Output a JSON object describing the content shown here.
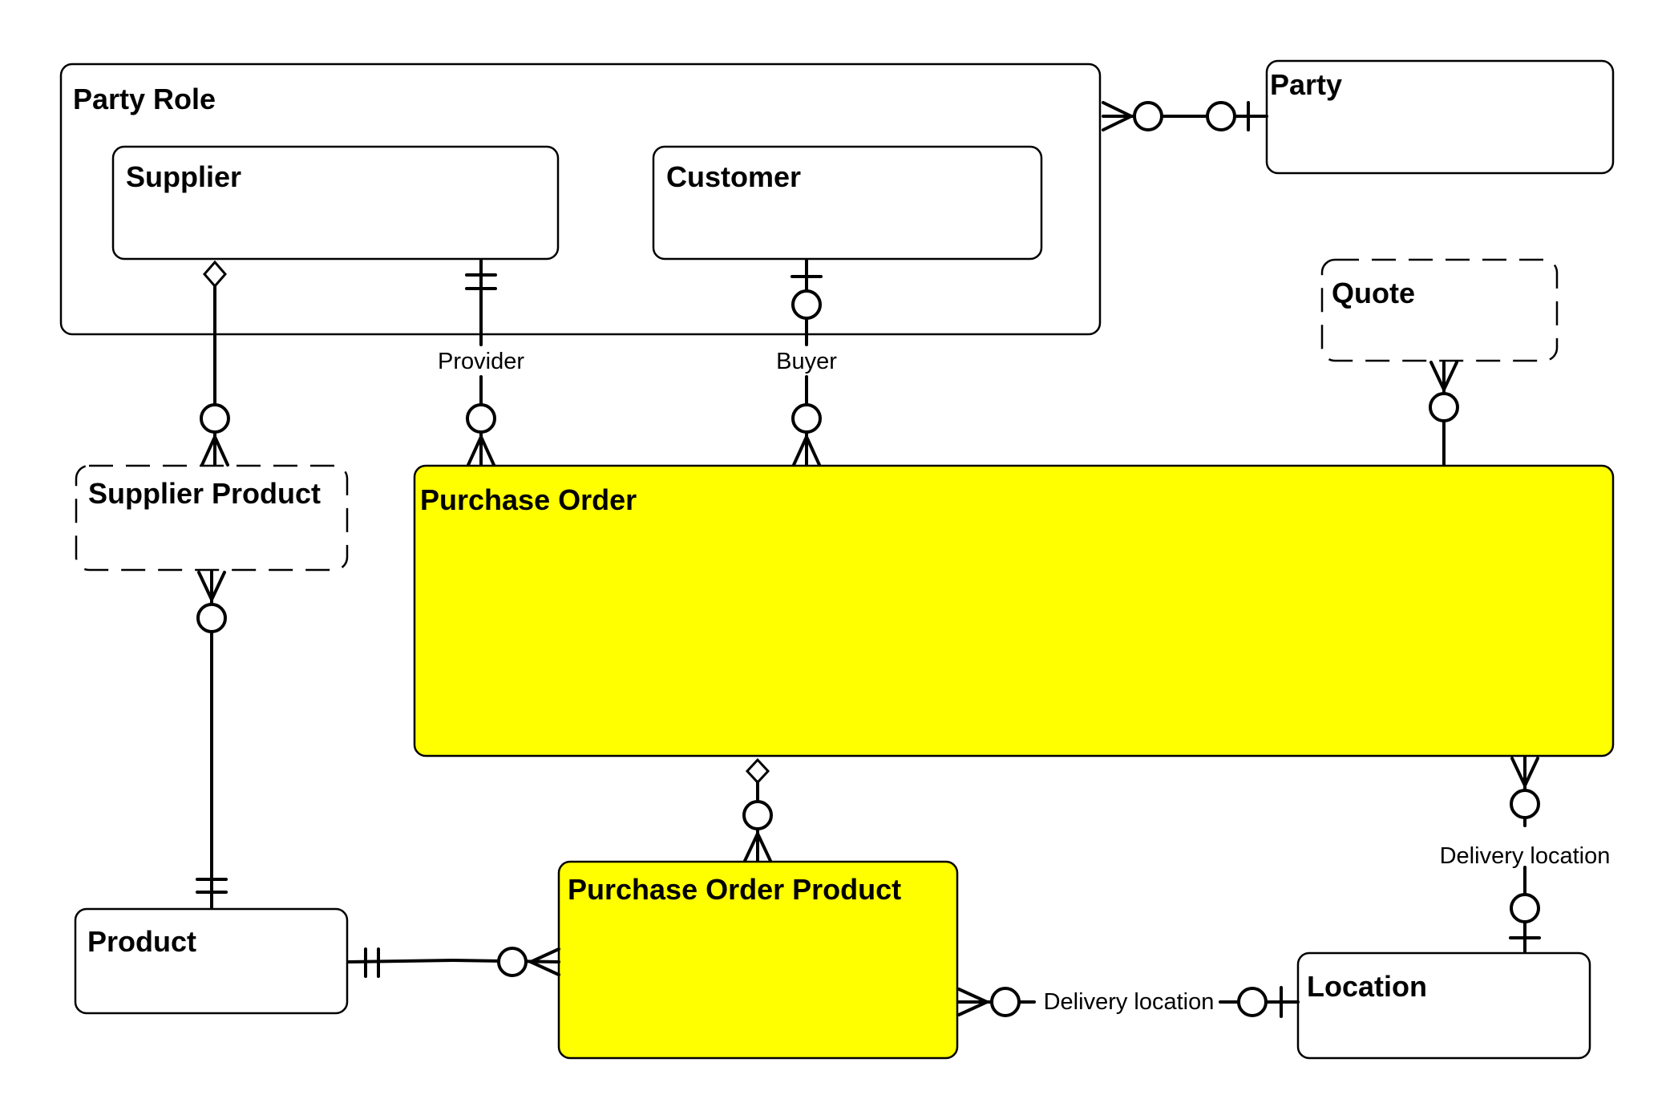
{
  "entities": {
    "party_role": {
      "title": "Party Role"
    },
    "supplier": {
      "title": "Supplier"
    },
    "customer": {
      "title": "Customer"
    },
    "party": {
      "title": "Party"
    },
    "quote": {
      "title": "Quote"
    },
    "supplier_product": {
      "title": "Supplier Product"
    },
    "purchase_order": {
      "title": "Purchase Order"
    },
    "purchase_order_product": {
      "title": "Purchase Order Product"
    },
    "product": {
      "title": "Product"
    },
    "location": {
      "title": "Location"
    }
  },
  "relationships": {
    "provider": {
      "label": "Provider"
    },
    "buyer": {
      "label": "Buyer"
    },
    "po_delivery_location": {
      "label": "Delivery location"
    },
    "pop_delivery_location": {
      "label": "Delivery location"
    }
  },
  "colors": {
    "highlight_fill": "#ffff00",
    "default_fill": "#ffffff",
    "stroke": "#000000"
  }
}
